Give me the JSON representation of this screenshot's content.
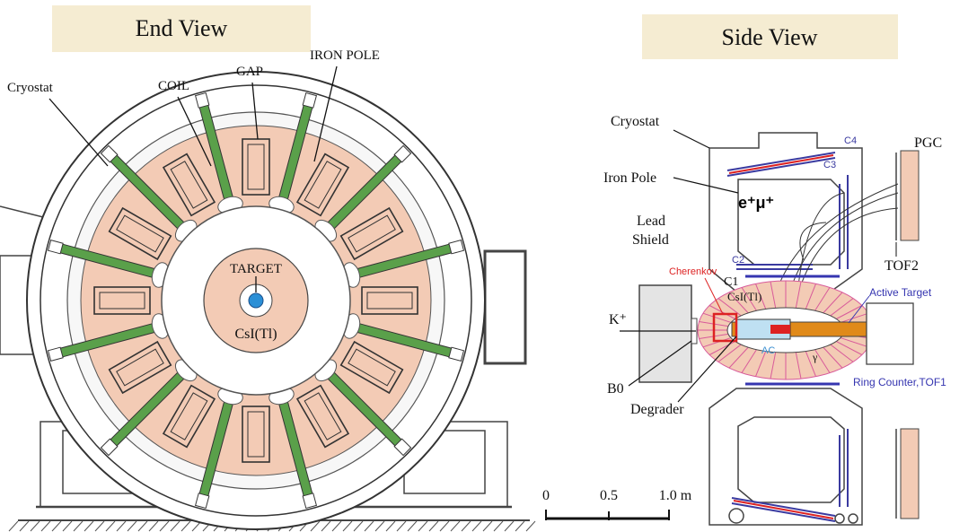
{
  "end_view": {
    "title": "End View",
    "labels": {
      "cryostat": "Cryostat",
      "coil": "COIL",
      "gap": "GAP",
      "iron_pole": "IRON POLE",
      "target": "TARGET",
      "csi": "CsI(Tl)"
    }
  },
  "side_view": {
    "title": "Side View",
    "labels": {
      "cryostat": "Cryostat",
      "iron_pole": "Iron Pole",
      "lead_shield_1": "Lead",
      "lead_shield_2": "Shield",
      "kplus": "K⁺",
      "b0": "B0",
      "degrader": "Degrader",
      "cherenkov": "Cherenkov",
      "c1": "C1",
      "csi": "CsI(Tl)",
      "c2": "C2",
      "c3": "C3",
      "c4": "C4",
      "pgc": "PGC",
      "tof2": "TOF2",
      "active_target": "Active Target",
      "ac": "AC",
      "gamma": "γ",
      "ring_counter": "Ring Counter,TOF1",
      "eplus_muplus": "e⁺μ⁺"
    },
    "scale": {
      "t0": "0",
      "t1": "0.5",
      "t2": "1.0 m"
    }
  },
  "colors": {
    "title_banner": "#f5ecd2",
    "csi_fill": "#f3cbb5",
    "coil_green": "#5aa04a",
    "c_chamber_blue": "#3a3aa0",
    "cherenkov_red": "#d22",
    "active_target_orange": "#e08a1a",
    "ring_counter_blue": "#3535b0"
  }
}
